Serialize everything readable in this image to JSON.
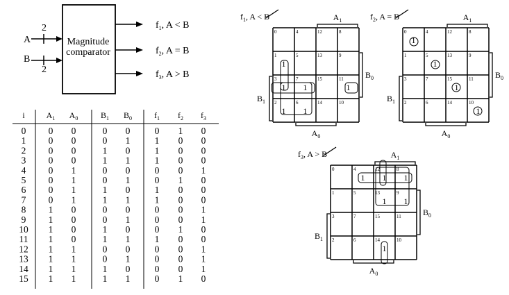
{
  "block": {
    "label_line1": "Magnitude",
    "label_line2": "comparator",
    "input_a": "A",
    "input_b": "B",
    "bus_width_a": "2",
    "bus_width_b": "2",
    "outputs": [
      {
        "f": "f",
        "sub": "1",
        "cond": ", A < B"
      },
      {
        "f": "f",
        "sub": "2",
        "cond": ", A = B"
      },
      {
        "f": "f",
        "sub": "3",
        "cond": ", A > B"
      }
    ]
  },
  "table": {
    "headers": [
      {
        "t": "i",
        "s": ""
      },
      {
        "t": "A",
        "s": "1"
      },
      {
        "t": "A",
        "s": "0"
      },
      {
        "t": "B",
        "s": "1"
      },
      {
        "t": "B",
        "s": "0"
      },
      {
        "t": "f",
        "s": "1"
      },
      {
        "t": "f",
        "s": "2"
      },
      {
        "t": "f",
        "s": "3"
      }
    ],
    "rows": [
      [
        "0",
        "0",
        "0",
        "0",
        "0",
        "0",
        "1",
        "0"
      ],
      [
        "1",
        "0",
        "0",
        "0",
        "1",
        "1",
        "0",
        "0"
      ],
      [
        "2",
        "0",
        "0",
        "1",
        "0",
        "1",
        "0",
        "0"
      ],
      [
        "3",
        "0",
        "0",
        "1",
        "1",
        "1",
        "0",
        "0"
      ],
      [
        "4",
        "0",
        "1",
        "0",
        "0",
        "0",
        "0",
        "1"
      ],
      [
        "5",
        "0",
        "1",
        "0",
        "1",
        "0",
        "1",
        "0"
      ],
      [
        "6",
        "0",
        "1",
        "1",
        "0",
        "1",
        "0",
        "0"
      ],
      [
        "7",
        "0",
        "1",
        "1",
        "1",
        "1",
        "0",
        "0"
      ],
      [
        "8",
        "1",
        "0",
        "0",
        "0",
        "0",
        "0",
        "1"
      ],
      [
        "9",
        "1",
        "0",
        "0",
        "1",
        "0",
        "0",
        "1"
      ],
      [
        "10",
        "1",
        "0",
        "1",
        "0",
        "0",
        "1",
        "0"
      ],
      [
        "11",
        "1",
        "0",
        "1",
        "1",
        "1",
        "0",
        "0"
      ],
      [
        "12",
        "1",
        "1",
        "0",
        "0",
        "0",
        "0",
        "1"
      ],
      [
        "13",
        "1",
        "1",
        "0",
        "1",
        "0",
        "0",
        "1"
      ],
      [
        "14",
        "1",
        "1",
        "1",
        "0",
        "0",
        "0",
        "1"
      ],
      [
        "15",
        "1",
        "1",
        "1",
        "1",
        "0",
        "1",
        "0"
      ]
    ]
  },
  "kmaps": [
    {
      "title": "f",
      "title_sub": "1",
      "title_cond": ", A < B",
      "cols_label": "A",
      "cols_sub": "1",
      "rows_label": "B",
      "rows_sub": "0",
      "left_label": "B",
      "left_sub": "1",
      "bottom_label": "A",
      "bottom_sub": "0",
      "indices": [
        [
          "0",
          "4",
          "12",
          "8"
        ],
        [
          "1",
          "5",
          "13",
          "9"
        ],
        [
          "3",
          "7",
          "15",
          "11"
        ],
        [
          "2",
          "6",
          "14",
          "10"
        ]
      ],
      "values": [
        [
          "",
          "",
          "",
          ""
        ],
        [
          "1",
          "",
          "",
          ""
        ],
        [
          "1",
          "1",
          "",
          "1"
        ],
        [
          "1",
          "1",
          "",
          ""
        ]
      ]
    },
    {
      "title": "f",
      "title_sub": "2",
      "title_cond": ", A = B",
      "cols_label": "A",
      "cols_sub": "1",
      "rows_label": "B",
      "rows_sub": "0",
      "left_label": "B",
      "left_sub": "1",
      "bottom_label": "A",
      "bottom_sub": "0",
      "indices": [
        [
          "0",
          "4",
          "12",
          "8"
        ],
        [
          "1",
          "5",
          "13",
          "9"
        ],
        [
          "3",
          "7",
          "15",
          "11"
        ],
        [
          "2",
          "6",
          "14",
          "10"
        ]
      ],
      "values": [
        [
          "1",
          "",
          "",
          ""
        ],
        [
          "",
          "1",
          "",
          ""
        ],
        [
          "",
          "",
          "1",
          ""
        ],
        [
          "",
          "",
          "",
          "1"
        ]
      ]
    },
    {
      "title": "f",
      "title_sub": "3",
      "title_cond": ", A > B",
      "cols_label": "A",
      "cols_sub": "1",
      "rows_label": "B",
      "rows_sub": "0",
      "left_label": "B",
      "left_sub": "1",
      "bottom_label": "A",
      "bottom_sub": "0",
      "indices": [
        [
          "0",
          "4",
          "12",
          "8"
        ],
        [
          "1",
          "5",
          "13",
          "9"
        ],
        [
          "3",
          "7",
          "15",
          "11"
        ],
        [
          "2",
          "6",
          "14",
          "10"
        ]
      ],
      "values": [
        [
          "",
          "1",
          "1",
          "1"
        ],
        [
          "",
          "",
          "1",
          "1"
        ],
        [
          "",
          "",
          "",
          ""
        ],
        [
          "",
          "",
          "1",
          ""
        ]
      ]
    }
  ]
}
